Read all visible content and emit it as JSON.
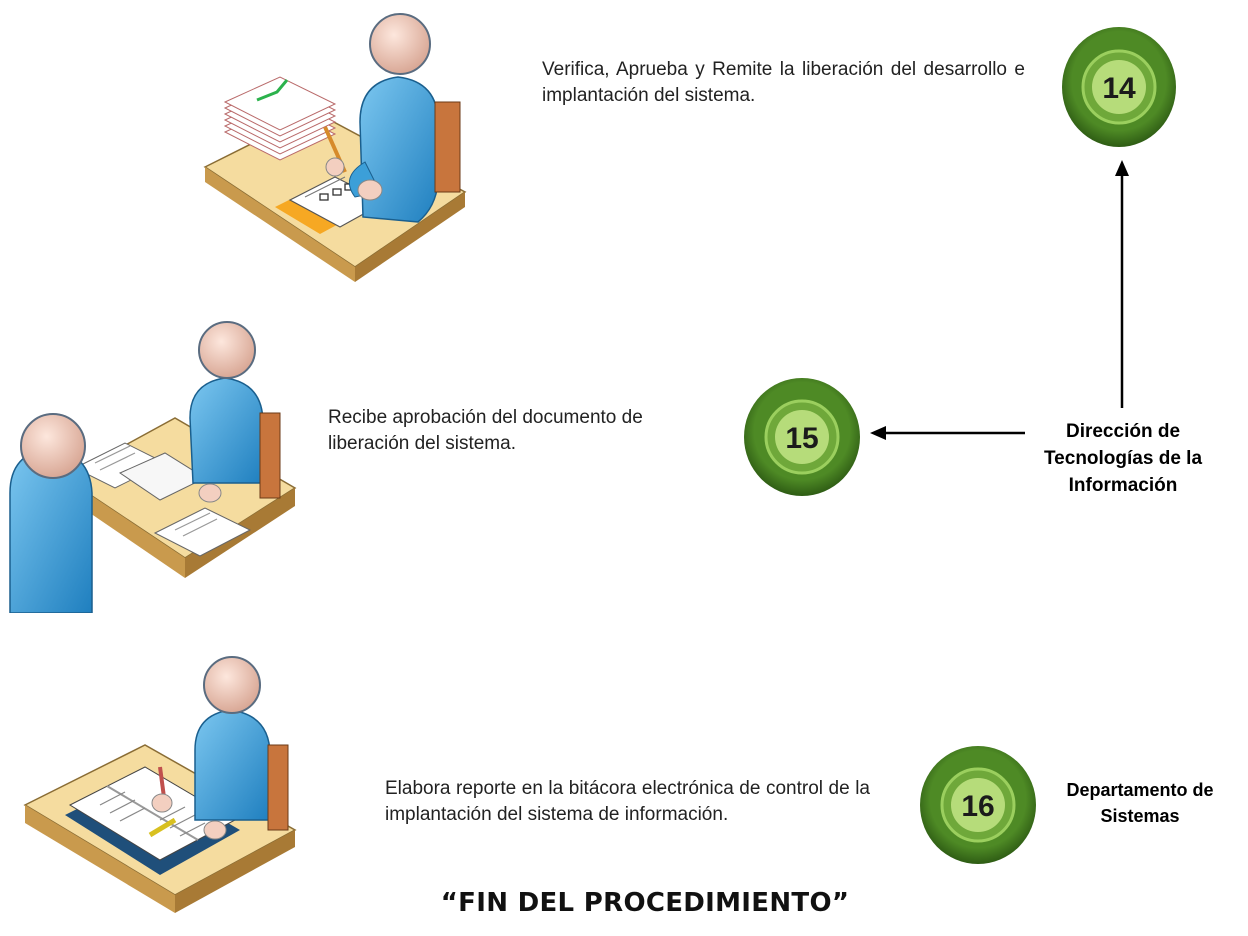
{
  "steps": [
    {
      "number": "14",
      "text": "Verifica, Aprueba y Remite la liberación del desarrollo e implantación del sistema."
    },
    {
      "number": "15",
      "text": "Recibe aprobación del documento de liberación del sistema."
    },
    {
      "number": "16",
      "text": "Elabora reporte en la bitácora electrónica de control de la implantación del sistema de información."
    }
  ],
  "actors": {
    "dti": "Dirección de Tecnologías de la Información",
    "sistemas": "Departamento de Sistemas"
  },
  "footer": {
    "title": "“FIN DEL PROCEDIMIENTO”"
  },
  "colors": {
    "badge_outer": "#3f7a1f",
    "badge_ring": "#6fa83a",
    "badge_inner": "#b6dc7a",
    "person": "#3c9fd8",
    "head": "#f3cfc0",
    "desk": "#f2d79a"
  },
  "icons": [
    "person-checking-documents-icon",
    "two-people-meeting-icon",
    "person-writing-logbook-icon"
  ]
}
